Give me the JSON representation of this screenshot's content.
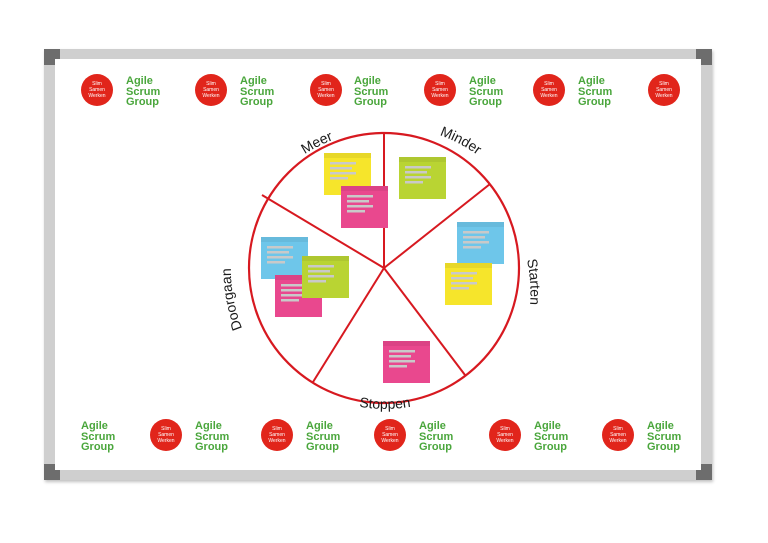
{
  "brand": {
    "badge_text": "Slim\nSamen\nWerken",
    "wordmark": "Agile\nScrum\nGroup",
    "badge_color": "#e1251b",
    "wordmark_color": "#4aa63c"
  },
  "wheel": {
    "segments": [
      {
        "label": "Meer"
      },
      {
        "label": "Minder"
      },
      {
        "label": "Starten"
      },
      {
        "label": "Stoppen"
      },
      {
        "label": "Doorgaan"
      }
    ],
    "line_color": "#d71920"
  },
  "sticky_colors": {
    "yellow": "#f6e52b",
    "pink": "#e9488e",
    "green": "#b9d433",
    "blue": "#6ec6ea"
  }
}
